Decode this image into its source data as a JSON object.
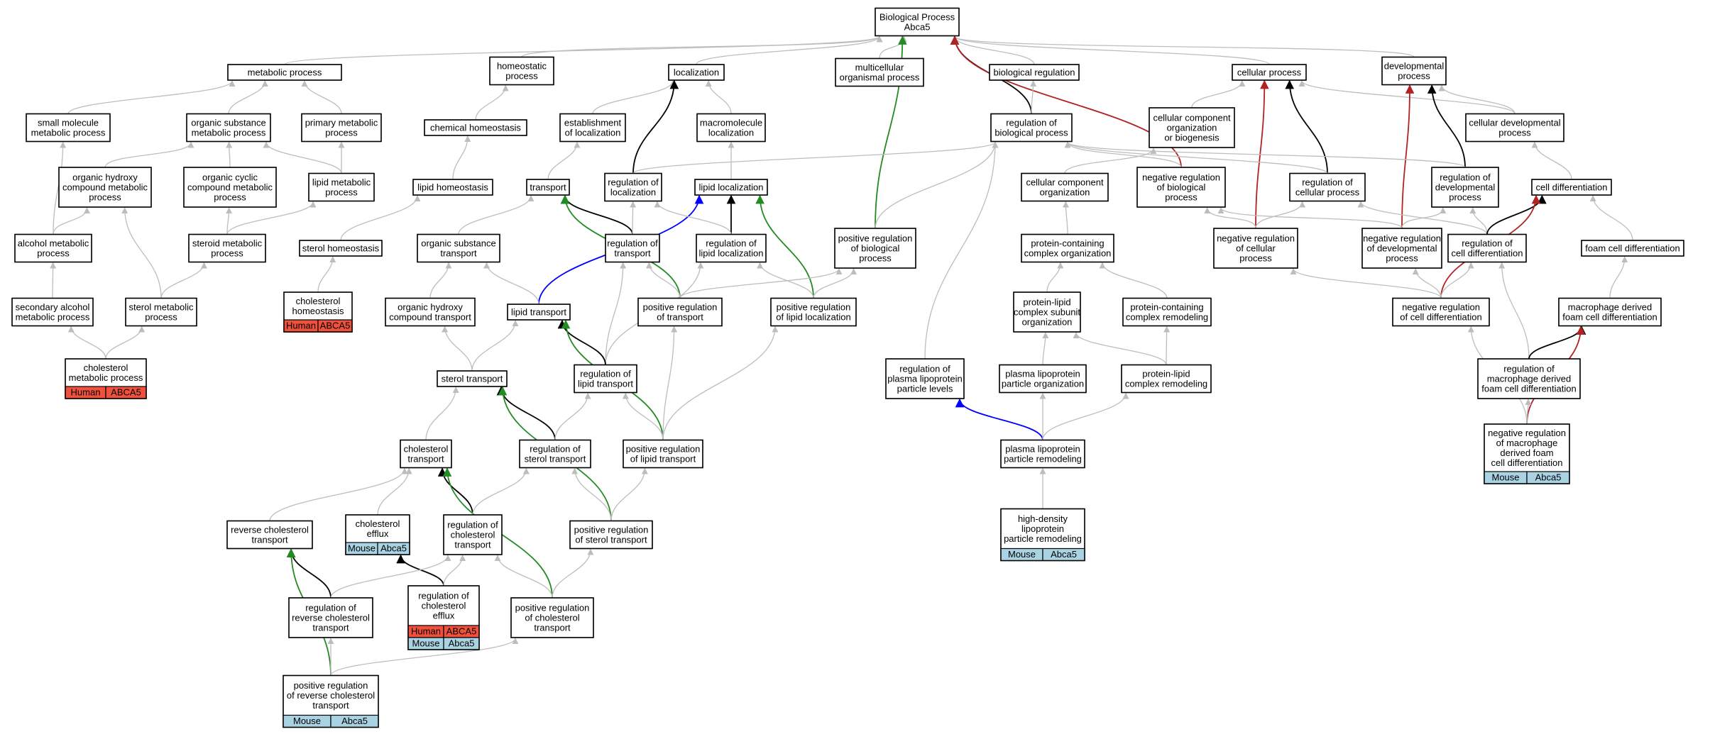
{
  "colors": {
    "gray": "#bdbdbd",
    "black": "#000000",
    "green": "#228b22",
    "red": "#b22222",
    "blue": "#0000ff",
    "human": "#f0513d",
    "mouse": "#a9d3e2"
  },
  "nodes": [
    {
      "id": "bp",
      "lines": [
        "Biological Process",
        "Abca5"
      ]
    },
    {
      "id": "metabolic",
      "lines": [
        "metabolic process"
      ]
    },
    {
      "id": "homeostatic",
      "lines": [
        "homeostatic",
        "process"
      ]
    },
    {
      "id": "localization",
      "lines": [
        "localization"
      ]
    },
    {
      "id": "multicellular",
      "lines": [
        "multicellular",
        "organismal process"
      ]
    },
    {
      "id": "bioreg",
      "lines": [
        "biological regulation"
      ]
    },
    {
      "id": "cellproc",
      "lines": [
        "cellular process"
      ]
    },
    {
      "id": "devproc",
      "lines": [
        "developmental",
        "process"
      ]
    },
    {
      "id": "smallmol",
      "lines": [
        "small molecule",
        "metabolic process"
      ]
    },
    {
      "id": "orgsubmet",
      "lines": [
        "organic substance",
        "metabolic process"
      ]
    },
    {
      "id": "primmet",
      "lines": [
        "primary metabolic",
        "process"
      ]
    },
    {
      "id": "chemhomeo",
      "lines": [
        "chemical homeostasis"
      ]
    },
    {
      "id": "estloc",
      "lines": [
        "establishment",
        "of localization"
      ]
    },
    {
      "id": "macroloc",
      "lines": [
        "macromolecule",
        "localization"
      ]
    },
    {
      "id": "regbio",
      "lines": [
        "regulation of",
        "biological process"
      ]
    },
    {
      "id": "ccorg",
      "lines": [
        "cellular component",
        "organization",
        "or biogenesis"
      ]
    },
    {
      "id": "celldev",
      "lines": [
        "cellular developmental",
        "process"
      ]
    },
    {
      "id": "orghydmet",
      "lines": [
        "organic hydroxy",
        "compound metabolic",
        "process"
      ]
    },
    {
      "id": "orgcycmet",
      "lines": [
        "organic cyclic",
        "compound metabolic",
        "process"
      ]
    },
    {
      "id": "lipmet",
      "lines": [
        "lipid metabolic",
        "process"
      ]
    },
    {
      "id": "liphomeo",
      "lines": [
        "lipid homeostasis"
      ]
    },
    {
      "id": "transport",
      "lines": [
        "transport"
      ]
    },
    {
      "id": "regloc",
      "lines": [
        "regulation of",
        "localization"
      ]
    },
    {
      "id": "liploc",
      "lines": [
        "lipid localization"
      ]
    },
    {
      "id": "ccorg2",
      "lines": [
        "cellular component",
        "organization"
      ]
    },
    {
      "id": "negregbio",
      "lines": [
        "negative regulation",
        "of biological",
        "process"
      ]
    },
    {
      "id": "regcell",
      "lines": [
        "regulation of",
        "cellular process"
      ]
    },
    {
      "id": "regdev",
      "lines": [
        "regulation of",
        "developmental",
        "process"
      ]
    },
    {
      "id": "celldiff",
      "lines": [
        "cell differentiation"
      ]
    },
    {
      "id": "alcmet",
      "lines": [
        "alcohol metabolic",
        "process"
      ]
    },
    {
      "id": "sterolmet",
      "lines": [
        "steroid metabolic",
        "process"
      ]
    },
    {
      "id": "sterhomeo",
      "lines": [
        "sterol homeostasis"
      ]
    },
    {
      "id": "orgsubtrans",
      "lines": [
        "organic substance",
        "transport"
      ]
    },
    {
      "id": "regtrans",
      "lines": [
        "regulation of",
        "transport"
      ]
    },
    {
      "id": "reglip",
      "lines": [
        "regulation of",
        "lipid localization"
      ]
    },
    {
      "id": "posregbio",
      "lines": [
        "positive regulation",
        "of biological",
        "process"
      ]
    },
    {
      "id": "pcco",
      "lines": [
        "protein-containing",
        "complex organization"
      ]
    },
    {
      "id": "negregcell",
      "lines": [
        "negative regulation",
        "of cellular",
        "process"
      ]
    },
    {
      "id": "negregdev",
      "lines": [
        "negative regulation",
        "of developmental",
        "process"
      ]
    },
    {
      "id": "regcelldiff",
      "lines": [
        "regulation of",
        "cell differentiation"
      ]
    },
    {
      "id": "foam",
      "lines": [
        "foam cell differentiation"
      ]
    },
    {
      "id": "secalc",
      "lines": [
        "secondary alcohol",
        "metabolic process"
      ]
    },
    {
      "id": "stermet",
      "lines": [
        "sterol metabolic",
        "process"
      ]
    },
    {
      "id": "cholhomeo",
      "lines": [
        "cholesterol",
        "homeostasis"
      ],
      "tag": {
        "kind": "human",
        "left": "Human",
        "right": "ABCA5"
      }
    },
    {
      "id": "orghydtrans",
      "lines": [
        "organic hydroxy",
        "compound transport"
      ]
    },
    {
      "id": "liptrans",
      "lines": [
        "lipid transport"
      ]
    },
    {
      "id": "posregtrans",
      "lines": [
        "positive regulation",
        "of transport"
      ]
    },
    {
      "id": "posregliploc",
      "lines": [
        "positive regulation",
        "of lipid localization"
      ]
    },
    {
      "id": "plcso",
      "lines": [
        "protein-lipid",
        "complex subunit",
        "organization"
      ]
    },
    {
      "id": "pccr",
      "lines": [
        "protein-containing",
        "complex remodeling"
      ]
    },
    {
      "id": "negregcelldiff",
      "lines": [
        "negative regulation",
        "of cell differentiation"
      ]
    },
    {
      "id": "macfoam",
      "lines": [
        "macrophage derived",
        "foam cell differentiation"
      ]
    },
    {
      "id": "cholmet",
      "lines": [
        "cholesterol",
        "metabolic process"
      ],
      "tag": {
        "kind": "human",
        "left": "Human",
        "right": "ABCA5"
      }
    },
    {
      "id": "sterolt",
      "lines": [
        "sterol transport"
      ]
    },
    {
      "id": "reglipt",
      "lines": [
        "regulation of",
        "lipid transport"
      ]
    },
    {
      "id": "regplpl",
      "lines": [
        "regulation of",
        "plasma lipoprotein",
        "particle levels"
      ]
    },
    {
      "id": "plpo",
      "lines": [
        "plasma lipoprotein",
        "particle organization"
      ]
    },
    {
      "id": "plcr",
      "lines": [
        "protein-lipid",
        "complex remodeling"
      ]
    },
    {
      "id": "regmacfoam",
      "lines": [
        "regulation of",
        "macrophage derived",
        "foam cell differentiation"
      ]
    },
    {
      "id": "cholt",
      "lines": [
        "cholesterol",
        "transport"
      ]
    },
    {
      "id": "regstert",
      "lines": [
        "regulation of",
        "sterol transport"
      ]
    },
    {
      "id": "posreglipt",
      "lines": [
        "positive regulation",
        "of lipid transport"
      ]
    },
    {
      "id": "plprem",
      "lines": [
        "plasma lipoprotein",
        "particle remodeling"
      ]
    },
    {
      "id": "negregmacfoam",
      "lines": [
        "negative regulation",
        "of macrophage",
        "derived foam",
        "cell differentiation"
      ],
      "tag": {
        "kind": "mouse",
        "left": "Mouse",
        "right": "Abca5"
      }
    },
    {
      "id": "revchol",
      "lines": [
        "reverse cholesterol",
        "transport"
      ]
    },
    {
      "id": "choleff",
      "lines": [
        "cholesterol",
        "efflux"
      ],
      "tag": {
        "kind": "mouse",
        "left": "Mouse",
        "right": "Abca5"
      }
    },
    {
      "id": "regcholt",
      "lines": [
        "regulation of",
        "cholesterol",
        "transport"
      ]
    },
    {
      "id": "posregstert",
      "lines": [
        "positive regulation",
        "of sterol transport"
      ]
    },
    {
      "id": "hdl",
      "lines": [
        "high-density",
        "lipoprotein",
        "particle remodeling"
      ],
      "tag": {
        "kind": "mouse",
        "left": "Mouse",
        "right": "Abca5"
      }
    },
    {
      "id": "regrevchol",
      "lines": [
        "regulation of",
        "reverse cholesterol",
        "transport"
      ]
    },
    {
      "id": "regcholeff",
      "lines": [
        "regulation of",
        "cholesterol",
        "efflux"
      ],
      "tags": [
        {
          "kind": "human",
          "left": "Human",
          "right": "ABCA5"
        },
        {
          "kind": "mouse",
          "left": "Mouse",
          "right": "Abca5"
        }
      ]
    },
    {
      "id": "posregcholt",
      "lines": [
        "positive regulation",
        "of cholesterol",
        "transport"
      ]
    },
    {
      "id": "posregrevchol",
      "lines": [
        "positive regulation",
        "of reverse cholesterol",
        "transport"
      ],
      "tag": {
        "kind": "mouse",
        "left": "Mouse",
        "right": "Abca5"
      }
    }
  ],
  "edges": [
    {
      "from": "metabolic",
      "to": "bp",
      "color": "gray"
    },
    {
      "from": "homeostatic",
      "to": "bp",
      "color": "gray"
    },
    {
      "from": "localization",
      "to": "bp",
      "color": "gray"
    },
    {
      "from": "multicellular",
      "to": "bp",
      "color": "gray"
    },
    {
      "from": "bioreg",
      "to": "bp",
      "color": "gray"
    },
    {
      "from": "cellproc",
      "to": "bp",
      "color": "gray"
    },
    {
      "from": "devproc",
      "to": "bp",
      "color": "gray"
    },
    {
      "from": "regbio",
      "to": "bp",
      "color": "black"
    },
    {
      "from": "posregbio",
      "to": "bp",
      "color": "green"
    },
    {
      "from": "negregbio",
      "to": "bp",
      "color": "red"
    },
    {
      "from": "smallmol",
      "to": "metabolic",
      "color": "gray"
    },
    {
      "from": "orgsubmet",
      "to": "metabolic",
      "color": "gray"
    },
    {
      "from": "primmet",
      "to": "metabolic",
      "color": "gray"
    },
    {
      "from": "chemhomeo",
      "to": "homeostatic",
      "color": "gray"
    },
    {
      "from": "estloc",
      "to": "localization",
      "color": "gray"
    },
    {
      "from": "macroloc",
      "to": "localization",
      "color": "gray"
    },
    {
      "from": "regloc",
      "to": "localization",
      "color": "black"
    },
    {
      "from": "regbio",
      "to": "bioreg",
      "color": "gray"
    },
    {
      "from": "ccorg",
      "to": "cellproc",
      "color": "gray"
    },
    {
      "from": "celldev",
      "to": "cellproc",
      "color": "gray"
    },
    {
      "from": "regcell",
      "to": "cellproc",
      "color": "black"
    },
    {
      "from": "negregcell",
      "to": "cellproc",
      "color": "red"
    },
    {
      "from": "celldev",
      "to": "devproc",
      "color": "gray"
    },
    {
      "from": "regdev",
      "to": "devproc",
      "color": "black"
    },
    {
      "from": "negregdev",
      "to": "devproc",
      "color": "red"
    },
    {
      "from": "orghydmet",
      "to": "orgsubmet",
      "color": "gray"
    },
    {
      "from": "orgcycmet",
      "to": "orgsubmet",
      "color": "gray"
    },
    {
      "from": "lipmet",
      "to": "orgsubmet",
      "color": "gray"
    },
    {
      "from": "lipmet",
      "to": "primmet",
      "color": "gray"
    },
    {
      "from": "alcmet",
      "to": "smallmol",
      "color": "gray"
    },
    {
      "from": "liphomeo",
      "to": "chemhomeo",
      "color": "gray"
    },
    {
      "from": "transport",
      "to": "estloc",
      "color": "gray"
    },
    {
      "from": "liploc",
      "to": "macroloc",
      "color": "gray"
    },
    {
      "from": "regloc",
      "to": "regbio",
      "color": "gray"
    },
    {
      "from": "negregbio",
      "to": "regbio",
      "color": "gray"
    },
    {
      "from": "regcell",
      "to": "regbio",
      "color": "gray"
    },
    {
      "from": "regdev",
      "to": "regbio",
      "color": "gray"
    },
    {
      "from": "posregbio",
      "to": "regbio",
      "color": "gray"
    },
    {
      "from": "regplpl",
      "to": "regbio",
      "color": "gray"
    },
    {
      "from": "ccorg2",
      "to": "ccorg",
      "color": "gray"
    },
    {
      "from": "celldiff",
      "to": "celldev",
      "color": "gray"
    },
    {
      "from": "alcmet",
      "to": "orghydmet",
      "color": "gray"
    },
    {
      "from": "stermet",
      "to": "orghydmet",
      "color": "gray"
    },
    {
      "from": "sterolmet",
      "to": "orgcycmet",
      "color": "gray"
    },
    {
      "from": "sterolmet",
      "to": "lipmet",
      "color": "gray"
    },
    {
      "from": "sterhomeo",
      "to": "liphomeo",
      "color": "gray"
    },
    {
      "from": "orgsubtrans",
      "to": "transport",
      "color": "gray"
    },
    {
      "from": "regtrans",
      "to": "transport",
      "color": "black"
    },
    {
      "from": "posregtrans",
      "to": "transport",
      "color": "green"
    },
    {
      "from": "liptrans",
      "to": "liploc",
      "color": "blue"
    },
    {
      "from": "reglip",
      "to": "liploc",
      "color": "black"
    },
    {
      "from": "posregliploc",
      "to": "liploc",
      "color": "green"
    },
    {
      "from": "regtrans",
      "to": "regloc",
      "color": "gray"
    },
    {
      "from": "reglip",
      "to": "regloc",
      "color": "gray"
    },
    {
      "from": "pcco",
      "to": "ccorg2",
      "color": "gray"
    },
    {
      "from": "negregcell",
      "to": "negregbio",
      "color": "gray"
    },
    {
      "from": "negregcell",
      "to": "regcell",
      "color": "gray"
    },
    {
      "from": "regcelldiff",
      "to": "regcell",
      "color": "gray"
    },
    {
      "from": "negregdev",
      "to": "regdev",
      "color": "gray"
    },
    {
      "from": "regcelldiff",
      "to": "regdev",
      "color": "gray"
    },
    {
      "from": "negregdev",
      "to": "negregbio",
      "color": "gray"
    },
    {
      "from": "regcelldiff",
      "to": "celldiff",
      "color": "black"
    },
    {
      "from": "negregcelldiff",
      "to": "celldiff",
      "color": "red"
    },
    {
      "from": "foam",
      "to": "celldiff",
      "color": "gray"
    },
    {
      "from": "secalc",
      "to": "alcmet",
      "color": "gray"
    },
    {
      "from": "stermet",
      "to": "sterolmet",
      "color": "gray"
    },
    {
      "from": "cholhomeo",
      "to": "sterhomeo",
      "color": "gray"
    },
    {
      "from": "orghydtrans",
      "to": "orgsubtrans",
      "color": "gray"
    },
    {
      "from": "liptrans",
      "to": "orgsubtrans",
      "color": "gray"
    },
    {
      "from": "posregtrans",
      "to": "regtrans",
      "color": "gray"
    },
    {
      "from": "reglipt",
      "to": "regtrans",
      "color": "gray"
    },
    {
      "from": "reglipt",
      "to": "reglip",
      "color": "gray"
    },
    {
      "from": "posregliploc",
      "to": "reglip",
      "color": "gray"
    },
    {
      "from": "posregtrans",
      "to": "posregbio",
      "color": "gray"
    },
    {
      "from": "posregliploc",
      "to": "posregbio",
      "color": "gray"
    },
    {
      "from": "plcso",
      "to": "pcco",
      "color": "gray"
    },
    {
      "from": "pccr",
      "to": "pcco",
      "color": "gray"
    },
    {
      "from": "negregcelldiff",
      "to": "negregcell",
      "color": "gray"
    },
    {
      "from": "negregcelldiff",
      "to": "negregdev",
      "color": "gray"
    },
    {
      "from": "negregcelldiff",
      "to": "regcelldiff",
      "color": "gray"
    },
    {
      "from": "regmacfoam",
      "to": "regcelldiff",
      "color": "gray"
    },
    {
      "from": "macfoam",
      "to": "foam",
      "color": "gray"
    },
    {
      "from": "cholmet",
      "to": "secalc",
      "color": "gray"
    },
    {
      "from": "cholmet",
      "to": "stermet",
      "color": "gray"
    },
    {
      "from": "sterolt",
      "to": "orghydtrans",
      "color": "gray"
    },
    {
      "from": "sterolt",
      "to": "liptrans",
      "color": "gray"
    },
    {
      "from": "reglipt",
      "to": "liptrans",
      "color": "black"
    },
    {
      "from": "posreglipt",
      "to": "liptrans",
      "color": "green"
    },
    {
      "from": "posreglipt",
      "to": "posregtrans",
      "color": "gray"
    },
    {
      "from": "posreglipt",
      "to": "posregliploc",
      "color": "gray"
    },
    {
      "from": "plpo",
      "to": "plcso",
      "color": "gray"
    },
    {
      "from": "plcr",
      "to": "plcso",
      "color": "gray"
    },
    {
      "from": "plcr",
      "to": "pccr",
      "color": "gray"
    },
    {
      "from": "regmacfoam",
      "to": "macfoam",
      "color": "black"
    },
    {
      "from": "negregmacfoam",
      "to": "macfoam",
      "color": "red"
    },
    {
      "from": "negregmacfoam",
      "to": "negregcelldiff",
      "color": "gray"
    },
    {
      "from": "negregmacfoam",
      "to": "regmacfoam",
      "color": "gray"
    },
    {
      "from": "cholt",
      "to": "sterolt",
      "color": "gray"
    },
    {
      "from": "regstert",
      "to": "sterolt",
      "color": "black"
    },
    {
      "from": "posregstert",
      "to": "sterolt",
      "color": "green"
    },
    {
      "from": "regstert",
      "to": "reglipt",
      "color": "gray"
    },
    {
      "from": "posreglipt",
      "to": "reglipt",
      "color": "gray"
    },
    {
      "from": "posregstert",
      "to": "regstert",
      "color": "gray"
    },
    {
      "from": "posregstert",
      "to": "posreglipt",
      "color": "gray"
    },
    {
      "from": "plprem",
      "to": "regplpl",
      "color": "blue"
    },
    {
      "from": "plprem",
      "to": "plpo",
      "color": "gray"
    },
    {
      "from": "plprem",
      "to": "plcr",
      "color": "gray"
    },
    {
      "from": "multicellular_src",
      "to": "multicellular",
      "color": "gray"
    },
    {
      "from": "revchol",
      "to": "cholt",
      "color": "gray"
    },
    {
      "from": "choleff",
      "to": "cholt",
      "color": "gray"
    },
    {
      "from": "regcholt",
      "to": "cholt",
      "color": "black"
    },
    {
      "from": "posregcholt",
      "to": "cholt",
      "color": "green"
    },
    {
      "from": "regcholt",
      "to": "regstert",
      "color": "gray"
    },
    {
      "from": "posregcholt",
      "to": "posregstert",
      "color": "gray"
    },
    {
      "from": "hdl",
      "to": "plprem",
      "color": "gray"
    },
    {
      "from": "regrevchol",
      "to": "revchol",
      "color": "black"
    },
    {
      "from": "posregrevchol",
      "to": "revchol",
      "color": "green"
    },
    {
      "from": "regcholeff",
      "to": "choleff",
      "color": "black"
    },
    {
      "from": "regcholeff",
      "to": "regcholt",
      "color": "gray"
    },
    {
      "from": "regrevchol",
      "to": "regcholt",
      "color": "gray"
    },
    {
      "from": "posregcholt",
      "to": "regcholt",
      "color": "gray"
    },
    {
      "from": "posregrevchol",
      "to": "regrevchol",
      "color": "gray"
    },
    {
      "from": "posregrevchol",
      "to": "posregcholt",
      "color": "gray"
    }
  ]
}
